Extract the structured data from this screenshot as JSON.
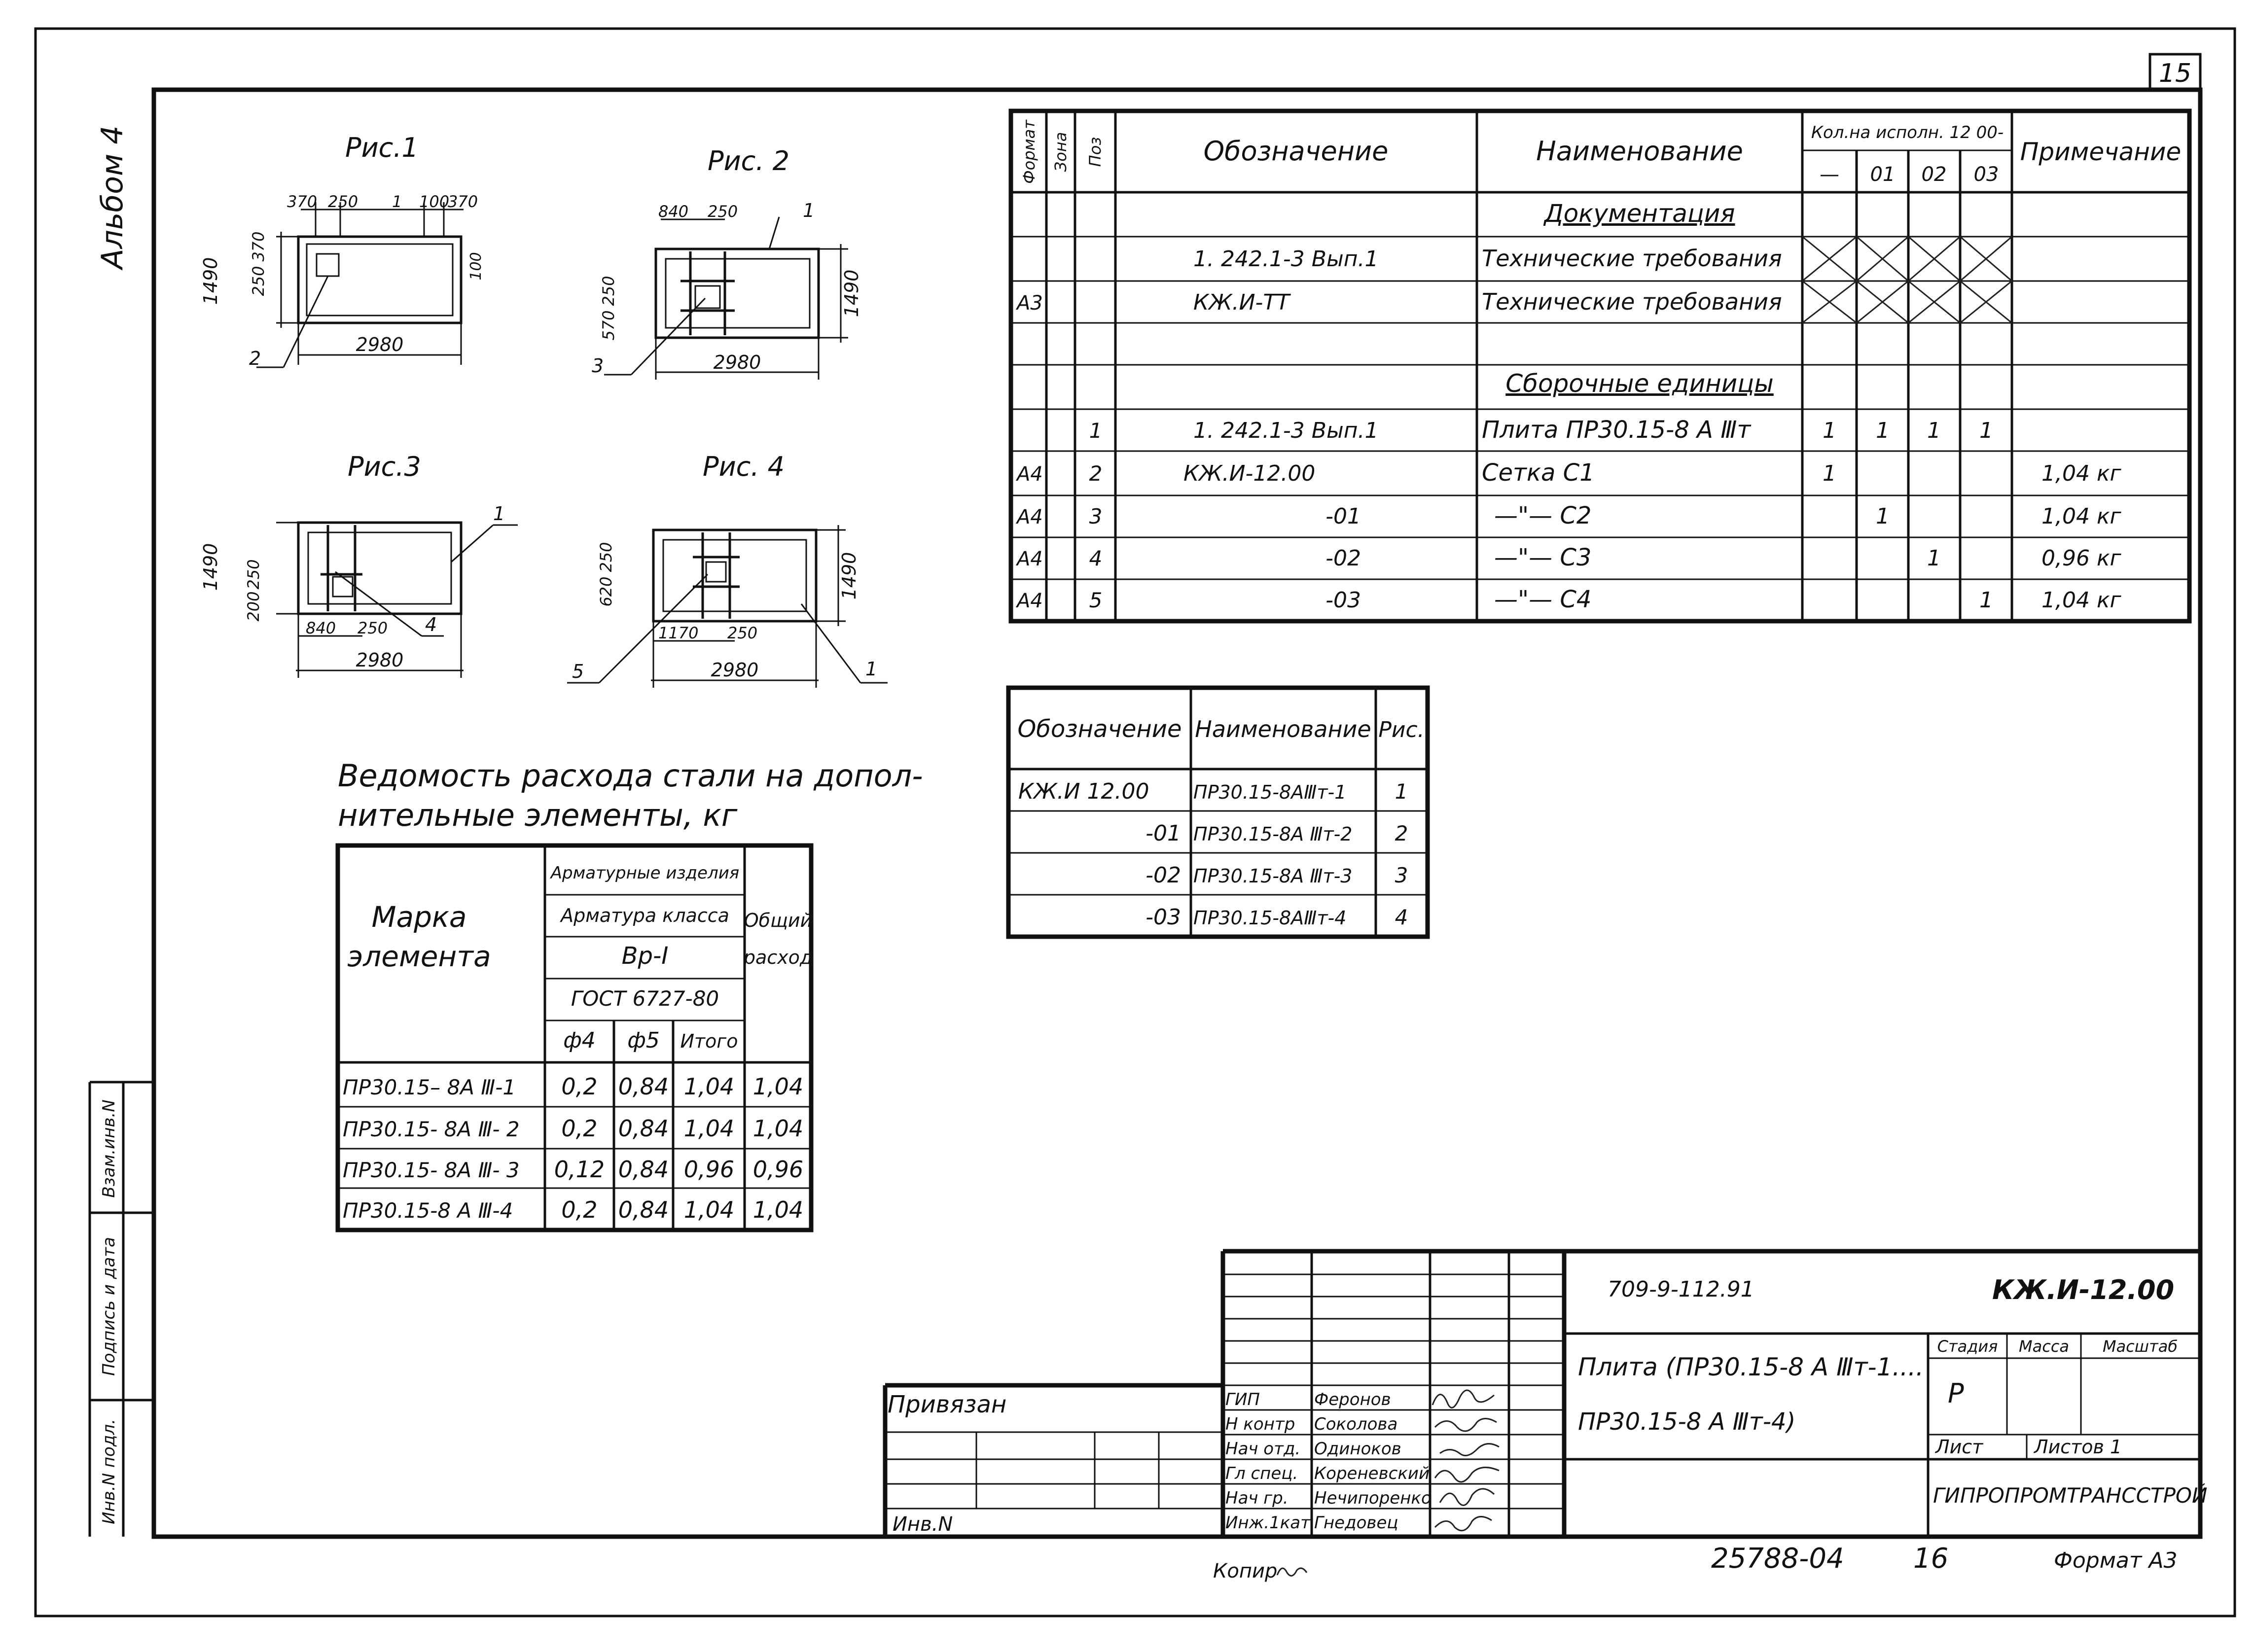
{
  "sheet": {
    "page_number": "15",
    "album_label": "Альбом 4",
    "copy_note": "Копир",
    "bottom_number": "25788-04",
    "bottom_page": "16",
    "format_label": "Формат А3"
  },
  "side_stamp": {
    "labels": [
      "Инв.N подл.",
      "Подпись и дата",
      "Взам.инв.N"
    ]
  },
  "figures": {
    "fig1": {
      "title": "Рис.1",
      "dims": {
        "top": [
          "370",
          "250",
          "1",
          "100",
          "370"
        ],
        "height": "1490",
        "left_a": "250",
        "left_b": "370",
        "right": "100",
        "width": "2980",
        "callout": "2"
      }
    },
    "fig2": {
      "title": "Рис. 2",
      "dims": {
        "top": [
          "840",
          "250",
          "1"
        ],
        "left_a": "570",
        "left_b": "250",
        "height": "1490",
        "width": "2980",
        "callout": "3"
      }
    },
    "fig3": {
      "title": "Рис.3",
      "dims": {
        "callout_top": "1",
        "height": "1490",
        "left_a": "250",
        "left_b": "200",
        "bottom_a": "840",
        "bottom_b": "250",
        "callout": "4",
        "width": "2980"
      }
    },
    "fig4": {
      "title": "Рис. 4",
      "dims": {
        "left_a": "620",
        "left_b": "250",
        "height": "1490",
        "bottom_a": "1170",
        "bottom_b": "250",
        "width": "2980",
        "callout_left": "5",
        "callout_right": "1"
      }
    }
  },
  "spec_table": {
    "headers": {
      "format": "Формат",
      "zone": "Зона",
      "pos": "Поз",
      "designation": "Обозначение",
      "name": "Наименование",
      "qty": "Кол.на исполн. 12 00-",
      "qty_cols": [
        "—",
        "01",
        "02",
        "03"
      ],
      "note": "Примечание"
    },
    "rows": [
      {
        "format": "",
        "pos": "",
        "designation": "",
        "name": "Документация",
        "qty": [
          "",
          "",
          "",
          ""
        ],
        "note": "",
        "kind": "section"
      },
      {
        "format": "",
        "pos": "",
        "designation": "1. 242.1-3  Вып.1",
        "name": "Технические требования",
        "qty": [
          "",
          "",
          "",
          ""
        ],
        "note": "",
        "kind": "crossed"
      },
      {
        "format": "А3",
        "pos": "",
        "designation": "КЖ.И-ТТ",
        "name": "Технические требования",
        "qty": [
          "",
          "",
          "",
          ""
        ],
        "note": "",
        "kind": "crossed"
      },
      {
        "format": "",
        "pos": "",
        "designation": "",
        "name": "",
        "qty": [
          "",
          "",
          "",
          ""
        ],
        "note": "",
        "kind": "blank"
      },
      {
        "format": "",
        "pos": "",
        "designation": "",
        "name": "Сборочные  единицы",
        "qty": [
          "",
          "",
          "",
          ""
        ],
        "note": "",
        "kind": "section"
      },
      {
        "format": "",
        "pos": "1",
        "designation": "1. 242.1-3  Вып.1",
        "name": "Плита  ПР30.15-8 А Ⅲт",
        "qty": [
          "1",
          "1",
          "1",
          "1"
        ],
        "note": "",
        "kind": "item"
      },
      {
        "format": "А4",
        "pos": "2",
        "designation": "КЖ.И-12.00",
        "name": "Сетка  С1",
        "qty": [
          "1",
          "",
          "",
          ""
        ],
        "note": "1,04 кг",
        "kind": "item"
      },
      {
        "format": "А4",
        "pos": "3",
        "designation": "-01",
        "name": "—\"— С2",
        "qty": [
          "",
          "1",
          "",
          ""
        ],
        "note": "1,04 кг",
        "kind": "item"
      },
      {
        "format": "А4",
        "pos": "4",
        "designation": "-02",
        "name": "—\"— С3",
        "qty": [
          "",
          "",
          "1",
          ""
        ],
        "note": "0,96 кг",
        "kind": "item"
      },
      {
        "format": "А4",
        "pos": "5",
        "designation": "-03",
        "name": "—\"— С4",
        "qty": [
          "",
          "",
          "",
          "1"
        ],
        "note": "1,04 кг",
        "kind": "item"
      }
    ]
  },
  "variant_table": {
    "headers": [
      "Обозначение",
      "Наименование",
      "Рис."
    ],
    "rows": [
      [
        "КЖ.И  12.00",
        "ПР30.15-8АⅢт-1",
        "1"
      ],
      [
        "-01",
        "ПР30.15-8А Ⅲт-2",
        "2"
      ],
      [
        "-02",
        "ПР30.15-8А Ⅲт-3",
        "3"
      ],
      [
        "-03",
        "ПР30.15-8АⅢт-4",
        "4"
      ]
    ]
  },
  "steel_table": {
    "title_line1": "Ведомость расхода стали на допол-",
    "title_line2": "нительные элементы, кг",
    "headers": {
      "mark_line1": "Марка",
      "mark_line2": "элемента",
      "group": "Арматурные изделия",
      "class": "Арматура  класса",
      "grade": "Вр-Ⅰ",
      "gost": "ГОСТ 6727-80",
      "cols": [
        "ф4",
        "ф5",
        "Итого"
      ],
      "total_line1": "Общий",
      "total_line2": "расход"
    },
    "rows": [
      [
        "ПР30.15– 8А Ⅲ-1",
        "0,2",
        "0,84",
        "1,04",
        "1,04"
      ],
      [
        "ПР30.15- 8А Ⅲ- 2",
        "0,2",
        "0,84",
        "1,04",
        "1,04"
      ],
      [
        "ПР30.15- 8А Ⅲ- 3",
        "0,12",
        "0,84",
        "0,96",
        "0,96"
      ],
      [
        "ПР30.15-8 А Ⅲ-4",
        "0,2",
        "0,84",
        "1,04",
        "1,04"
      ]
    ]
  },
  "title_block": {
    "doc_code": "709-9-112.91",
    "drawing_code": "КЖ.И-12.00",
    "title_line1": "Плита (ПР30.15-8 А Ⅲт-1....",
    "title_line2": "ПР30.15-8 А Ⅲт-4)",
    "stage_label": "Стадия",
    "mass_label": "Масса",
    "scale_label": "Масштаб",
    "stage_value": "Р",
    "sheet_label": "Лист",
    "sheets_label": "Листов 1",
    "organization": "ГИПРОПРОМТРАНССТРОЙ",
    "bound": "Привязан",
    "inv": "Инв.N",
    "roles": [
      "ГИП",
      "Н контр",
      "Нач отд.",
      "Гл спец.",
      "Нач гр.",
      "Инж.1кат"
    ],
    "names": [
      "Феронов",
      "Соколова",
      "Одиноков",
      "Кореневский",
      "Нечипоренко",
      "Гнедовец"
    ]
  }
}
